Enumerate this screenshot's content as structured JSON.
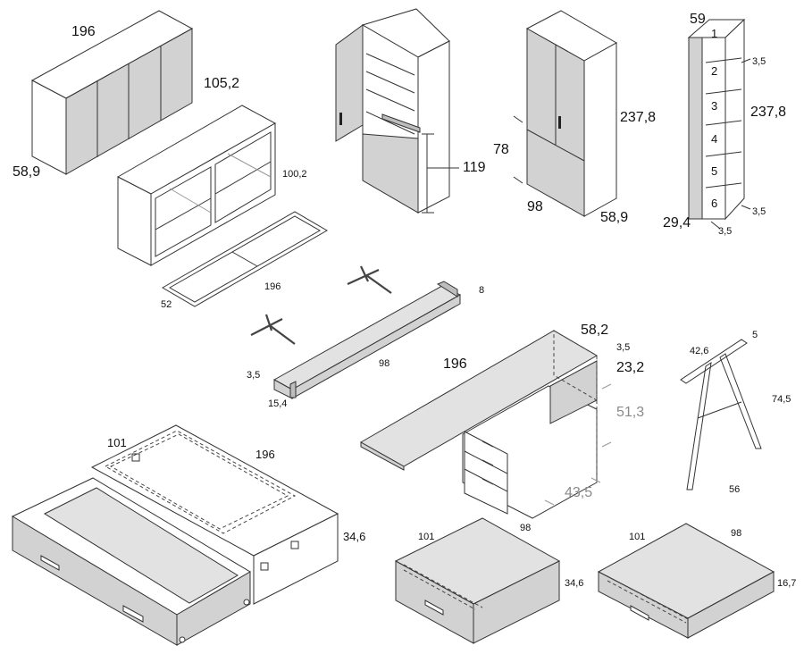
{
  "colors": {
    "panel": "#d2d2d2",
    "panel_light": "#e2e2e2",
    "outline": "#333333",
    "gray_text": "#8a8a8a"
  },
  "sideboard": {
    "width": "196",
    "height": "105,2",
    "depth": "58,9"
  },
  "open_shelf": {
    "height": "100,2",
    "plinth_width": "196",
    "plinth_depth": "52"
  },
  "wall_shelf": {
    "depth": "8",
    "width": "98",
    "thickness": "3,5",
    "height": "15,4"
  },
  "open_wardrobe": {
    "lower_height": "119"
  },
  "wardrobe": {
    "height": "237,8",
    "drawer_height": "78",
    "width": "98",
    "depth": "58,9"
  },
  "bookcase": {
    "width": "59",
    "height": "237,8",
    "shelf_thickness": "3,5",
    "depth": "29,4",
    "side_thickness": "3,5",
    "side_thickness_2": "3,5",
    "shelf_numbers": [
      "1",
      "2",
      "3",
      "4",
      "5",
      "6"
    ]
  },
  "desk": {
    "length": "196",
    "depth": "58,2",
    "top_thickness": "3,5",
    "upper_height": "23,2",
    "cabinet_height": "51,3",
    "cabinet_depth": "43,5"
  },
  "trestle": {
    "top_width": "42,6",
    "leg_width": "5",
    "height": "74,5",
    "base_width": "56"
  },
  "trundle_bed": {
    "width": "101",
    "length": "196",
    "height": "34,6"
  },
  "drawer_box_a": {
    "width": "101",
    "depth": "98",
    "height": "34,6"
  },
  "drawer_box_b": {
    "width": "101",
    "depth": "98",
    "height": "16,7"
  }
}
